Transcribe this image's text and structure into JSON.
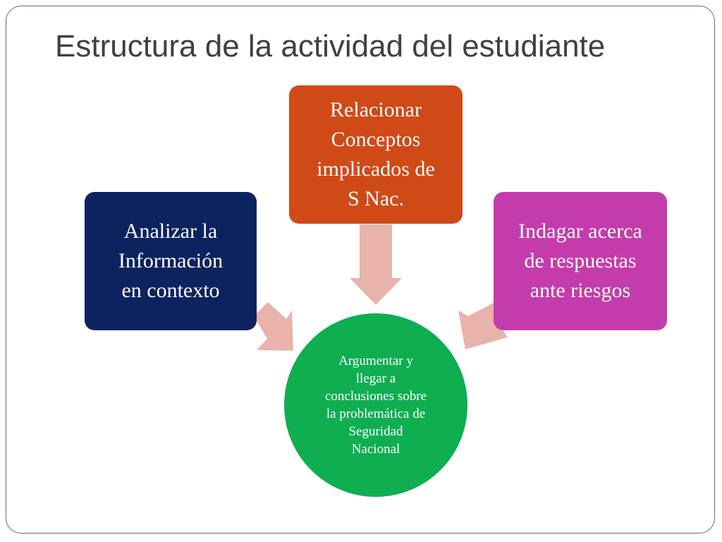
{
  "slide": {
    "title": "Estructura de la actividad del estudiante"
  },
  "nodes": {
    "left": {
      "label": "Analizar la\nInformación\nen contexto"
    },
    "top": {
      "label": "Relacionar\nConceptos\nimplicados de\nS Nac."
    },
    "right": {
      "label": "Indagar acerca\nde respuestas\nante riesgos"
    },
    "center": {
      "label": "Argumentar y\nllegar a\nconclusiones sobre\nla problemática de\nSeguridad\nNacional"
    }
  },
  "colors": {
    "left_box": "#0d2360",
    "top_box": "#cf4a17",
    "right_box": "#c43cab",
    "center_circle": "#0fae50",
    "arrow": "#e7b3ab",
    "title_text": "#404040",
    "frame_border": "#6a6a6a"
  }
}
